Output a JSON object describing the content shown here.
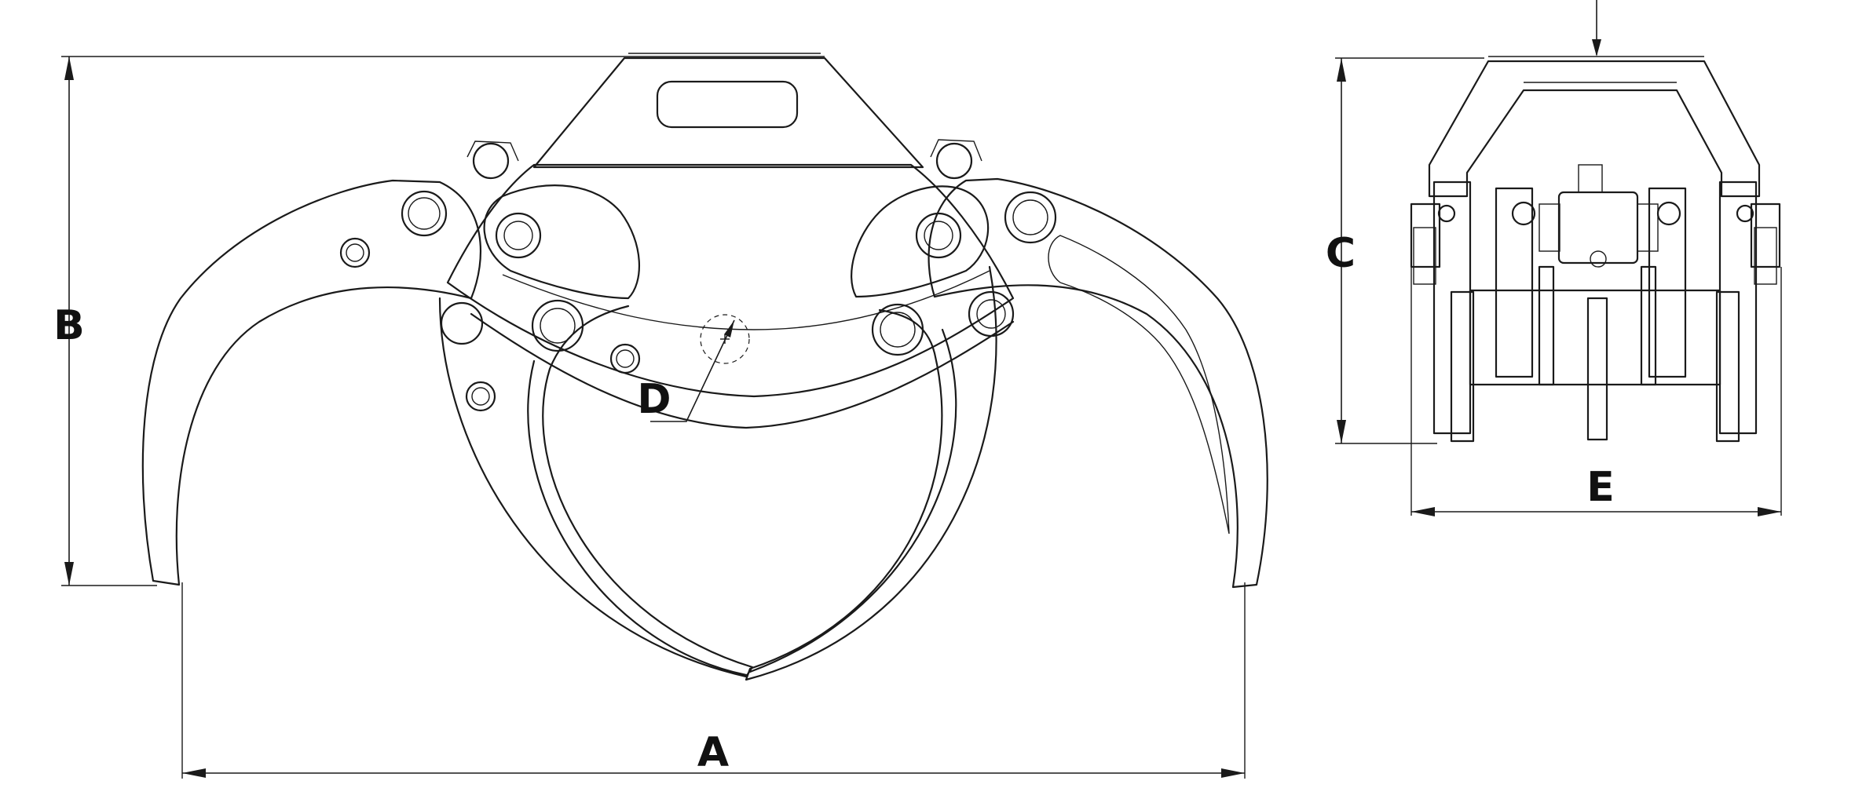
{
  "labels": {
    "A": "A",
    "B": "B",
    "C": "C",
    "D": "D",
    "E": "E"
  },
  "colors": {
    "line": "#1a1a1a",
    "background": "#ffffff"
  }
}
